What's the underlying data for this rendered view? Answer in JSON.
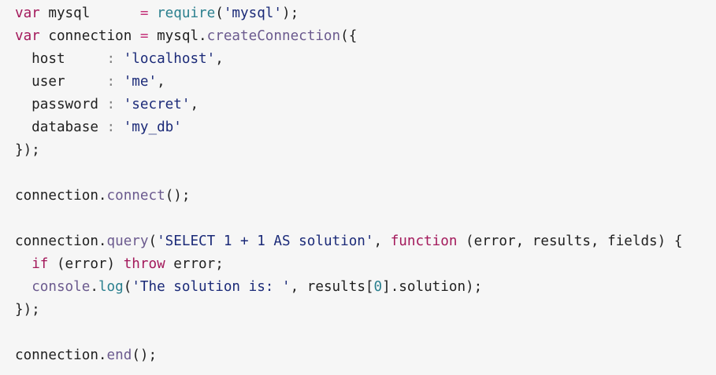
{
  "code_block": {
    "language": "javascript",
    "lines": [
      [
        [
          "kw",
          "var"
        ],
        [
          "plain",
          " mysql      "
        ],
        [
          "op",
          "="
        ],
        [
          "plain",
          " "
        ],
        [
          "fn",
          "require"
        ],
        [
          "plain",
          "("
        ],
        [
          "str",
          "'mysql'"
        ],
        [
          "plain",
          ");"
        ]
      ],
      [
        [
          "kw",
          "var"
        ],
        [
          "plain",
          " connection "
        ],
        [
          "op",
          "="
        ],
        [
          "plain",
          " mysql."
        ],
        [
          "meth",
          "createConnection"
        ],
        [
          "plain",
          "({"
        ]
      ],
      [
        [
          "plain",
          "  host     "
        ],
        [
          "punc",
          ":"
        ],
        [
          "plain",
          " "
        ],
        [
          "str",
          "'localhost'"
        ],
        [
          "plain",
          ","
        ]
      ],
      [
        [
          "plain",
          "  user     "
        ],
        [
          "punc",
          ":"
        ],
        [
          "plain",
          " "
        ],
        [
          "str",
          "'me'"
        ],
        [
          "plain",
          ","
        ]
      ],
      [
        [
          "plain",
          "  password "
        ],
        [
          "punc",
          ":"
        ],
        [
          "plain",
          " "
        ],
        [
          "str",
          "'secret'"
        ],
        [
          "plain",
          ","
        ]
      ],
      [
        [
          "plain",
          "  database "
        ],
        [
          "punc",
          ":"
        ],
        [
          "plain",
          " "
        ],
        [
          "str",
          "'my_db'"
        ]
      ],
      [
        [
          "plain",
          "});"
        ]
      ],
      [],
      [
        [
          "plain",
          "connection."
        ],
        [
          "meth",
          "connect"
        ],
        [
          "plain",
          "();"
        ]
      ],
      [],
      [
        [
          "plain",
          "connection."
        ],
        [
          "meth",
          "query"
        ],
        [
          "plain",
          "("
        ],
        [
          "str",
          "'SELECT 1 + 1 AS solution'"
        ],
        [
          "plain",
          ", "
        ],
        [
          "kw",
          "function"
        ],
        [
          "plain",
          " (error, results, fields) {"
        ]
      ],
      [
        [
          "plain",
          "  "
        ],
        [
          "kw",
          "if"
        ],
        [
          "plain",
          " (error) "
        ],
        [
          "kw",
          "throw"
        ],
        [
          "plain",
          " error;"
        ]
      ],
      [
        [
          "plain",
          "  "
        ],
        [
          "meth",
          "console"
        ],
        [
          "plain",
          "."
        ],
        [
          "fn",
          "log"
        ],
        [
          "plain",
          "("
        ],
        [
          "str",
          "'The solution is: '"
        ],
        [
          "plain",
          ", results["
        ],
        [
          "num",
          "0"
        ],
        [
          "plain",
          "].solution);"
        ]
      ],
      [
        [
          "plain",
          "});"
        ]
      ],
      [],
      [
        [
          "plain",
          "connection."
        ],
        [
          "meth",
          "end"
        ],
        [
          "plain",
          "();"
        ]
      ]
    ]
  }
}
